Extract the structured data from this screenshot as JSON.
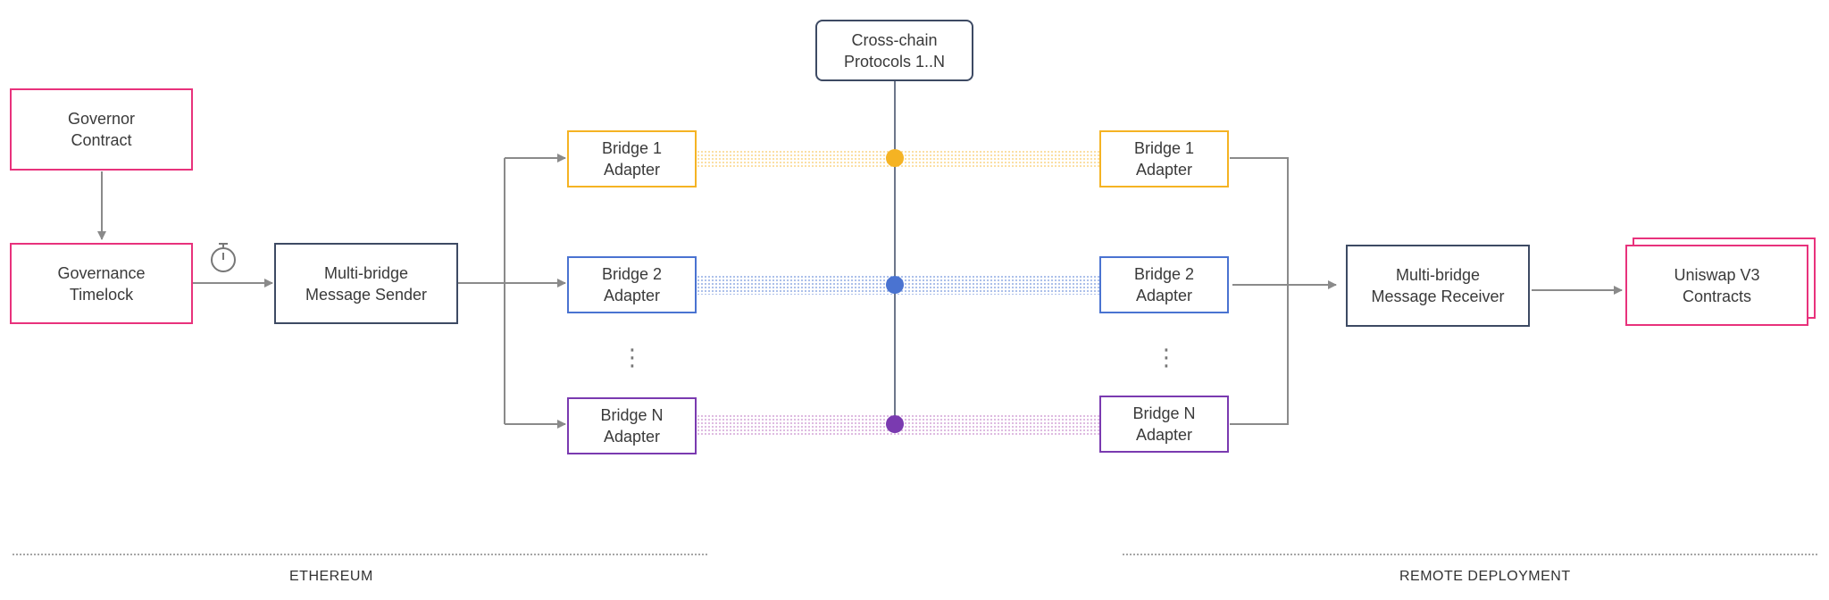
{
  "protocols": {
    "line1": "Cross-chain",
    "line2": "Protocols 1..N"
  },
  "governor": {
    "line1": "Governor",
    "line2": "Contract"
  },
  "timelock": {
    "line1": "Governance",
    "line2": "Timelock"
  },
  "sender": {
    "line1": "Multi-bridge",
    "line2": "Message Sender"
  },
  "receiver": {
    "line1": "Multi-bridge",
    "line2": "Message Receiver"
  },
  "uniswap": {
    "line1": "Uniswap V3",
    "line2": "Contracts"
  },
  "bridges_left": [
    {
      "line1": "Bridge 1",
      "line2": "Adapter",
      "color": "#f5b323"
    },
    {
      "line1": "Bridge 2",
      "line2": "Adapter",
      "color": "#4a73d1"
    },
    {
      "line1": "Bridge N",
      "line2": "Adapter",
      "color": "#7a3ab0"
    }
  ],
  "bridges_right": [
    {
      "line1": "Bridge 1",
      "line2": "Adapter",
      "color": "#f5b323"
    },
    {
      "line1": "Bridge 2",
      "line2": "Adapter",
      "color": "#4a73d1"
    },
    {
      "line1": "Bridge N",
      "line2": "Adapter",
      "color": "#7a3ab0"
    }
  ],
  "ellipsis": "⋮",
  "footer": {
    "left": "ETHEREUM",
    "right": "REMOTE DEPLOYMENT"
  },
  "icons": {
    "timer": "stopwatch-icon"
  },
  "colors": {
    "pink": "#e8327c",
    "navy": "#3d4a63",
    "gray": "#888888"
  }
}
